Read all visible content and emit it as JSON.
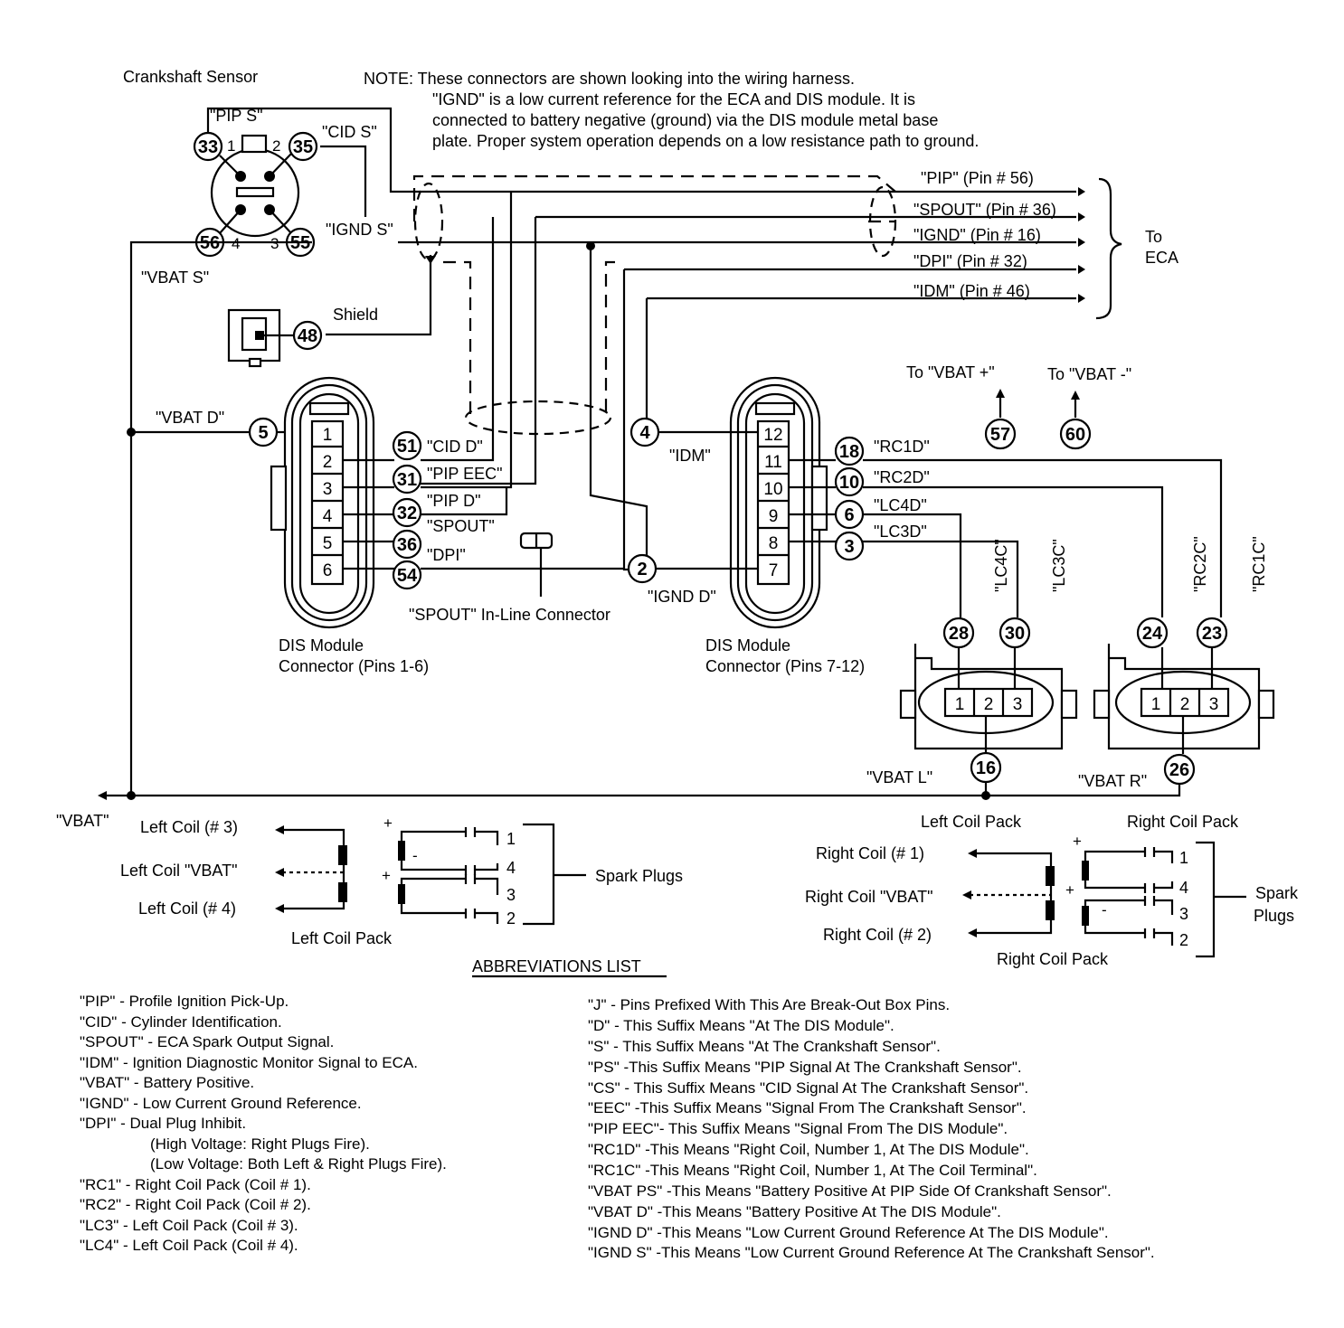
{
  "crank": {
    "title": "Crankshaft Sensor",
    "pip": "\"PIP S\"",
    "cid": "\"CID S\"",
    "ignd": "\"IGND S\"",
    "vbat": "\"VBAT S\"",
    "pin33": "33",
    "pin35": "35",
    "pin56": "56",
    "pin55": "55",
    "n1": "1",
    "n2": "2",
    "n3": "3",
    "n4": "4"
  },
  "note": {
    "l1": "NOTE:  These connectors are shown looking into the wiring harness.",
    "l2": "\"IGND\" is a low current reference for the ECA and DIS module. It is",
    "l3": "connected to battery negative (ground) via the DIS module metal base",
    "l4": "plate. Proper system operation depends on a low resistance path to ground."
  },
  "eca": {
    "pip": "\"PIP\" (Pin # 56)",
    "spout": "\"SPOUT\" (Pin # 36)",
    "ignd": "\"IGND\" (Pin # 16)",
    "dpi": "\"DPI\" (Pin # 32)",
    "idm": "\"IDM\" (Pin # 46)",
    "to": "To",
    "eca": "ECA"
  },
  "shield": {
    "label": "Shield",
    "pin": "48"
  },
  "vbatd": {
    "label": "\"VBAT D\"",
    "pin": "5"
  },
  "dis1": {
    "cells": [
      "1",
      "2",
      "3",
      "4",
      "5",
      "6"
    ],
    "pins": [
      "51",
      "31",
      "32",
      "36",
      "54"
    ],
    "labels": [
      "\"CID D\"",
      "\"PIP EEC\"",
      "\"PIP D\"",
      "\"SPOUT\"",
      "\"DPI\""
    ],
    "cap1": "DIS Module",
    "cap2": "Connector (Pins 1-6)"
  },
  "spoutConn": "\"SPOUT\" In-Line Connector",
  "dis2": {
    "cells": [
      "12",
      "11",
      "10",
      "9",
      "8",
      "7"
    ],
    "pins": [
      "18",
      "10",
      "6",
      "3"
    ],
    "labels": [
      "\"RC1D\"",
      "\"RC2D\"",
      "\"LC4D\"",
      "\"LC3D\""
    ],
    "idm": "\"IDM\"",
    "idmPin": "4",
    "ignd": "\"IGND D\"",
    "igndPin": "2",
    "cap1": "DIS Module",
    "cap2": "Connector (Pins 7-12)"
  },
  "vbatTo": {
    "plus": "To \"VBAT +\"",
    "minus": "To \"VBAT -\"",
    "pin57": "57",
    "pin60": "60"
  },
  "coilL": {
    "w1": "\"LC4C\"",
    "w2": "\"LC3C\"",
    "p1": "28",
    "p2": "30",
    "cells": [
      "1",
      "2",
      "3"
    ],
    "vpin": "16",
    "vlabel": "\"VBAT L\""
  },
  "coilR": {
    "w1": "\"RC2C\"",
    "w2": "\"RC1C\"",
    "p1": "24",
    "p2": "23",
    "cells": [
      "1",
      "2",
      "3"
    ],
    "vpin": "26",
    "vlabel": "\"VBAT R\""
  },
  "vbat": "\"VBAT\"",
  "leftPack": {
    "c3": "Left Coil (# 3)",
    "cv": "Left Coil \"VBAT\"",
    "c4": "Left Coil (# 4)",
    "caption": "Left Coil Pack",
    "plugs": [
      "1",
      "4",
      "3",
      "2"
    ],
    "spark": "Spark Plugs",
    "plus": "+",
    "minus": "-"
  },
  "rightPack": {
    "top": "Left Coil Pack",
    "top2": "Right Coil Pack",
    "c1": "Right Coil (# 1)",
    "cv": "Right Coil \"VBAT\"",
    "c2": "Right Coil (# 2)",
    "caption": "Right Coil Pack",
    "plugs": [
      "1",
      "4",
      "3",
      "2"
    ],
    "spark1": "Spark",
    "spark2": "Plugs",
    "plus": "+",
    "minus": "-"
  },
  "abbr": {
    "title": "ABBREVIATIONS LIST",
    "left": [
      "\"PIP\"  -  Profile Ignition Pick-Up.",
      "\"CID\"  -  Cylinder Identification.",
      "\"SPOUT\"  -  ECA Spark Output Signal.",
      "\"IDM\"  -  Ignition Diagnostic Monitor Signal to ECA.",
      "\"VBAT\"  -  Battery Positive.",
      "\"IGND\"  -  Low Current Ground Reference.",
      "\"DPI\"  -  Dual Plug Inhibit.",
      "(High Voltage:  Right Plugs Fire).",
      "(Low Voltage:  Both Left & Right Plugs Fire).",
      "\"RC1\"  -  Right Coil Pack (Coil # 1).",
      "\"RC2\"  -  Right Coil Pack (Coil # 2).",
      "\"LC3\"  -  Left Coil Pack (Coil # 3).",
      "\"LC4\"  -  Left Coil Pack (Coil # 4)."
    ],
    "right": [
      "\"J\"  -  Pins Prefixed With This Are Break-Out Box Pins.",
      "\"D\"  -  This Suffix Means \"At The DIS Module\".",
      "\"S\"  -  This Suffix Means \"At The Crankshaft Sensor\".",
      "\"PS\"  -This Suffix Means \"PIP Signal At The Crankshaft Sensor\".",
      "\"CS\"  -  This Suffix Means \"CID Signal At The Crankshaft Sensor\".",
      "\"EEC\"  -This Suffix Means \"Signal From The Crankshaft Sensor\".",
      "\"PIP EEC\"-  This Suffix Means \"Signal From The DIS Module\".",
      "\"RC1D\"  -This Means \"Right Coil, Number 1, At The DIS Module\".",
      "\"RC1C\"  -This Means \"Right Coil, Number 1, At The Coil Terminal\".",
      "\"VBAT PS\"  -This Means \"Battery Positive At PIP Side Of Crankshaft Sensor\".",
      "\"VBAT D\"  -This Means \"Battery Positive At The DIS Module\".",
      "\"IGND D\"  -This Means \"Low Current Ground Reference At The DIS Module\".",
      "\"IGND S\"  -This Means \"Low Current Ground Reference At The Crankshaft Sensor\"."
    ]
  }
}
